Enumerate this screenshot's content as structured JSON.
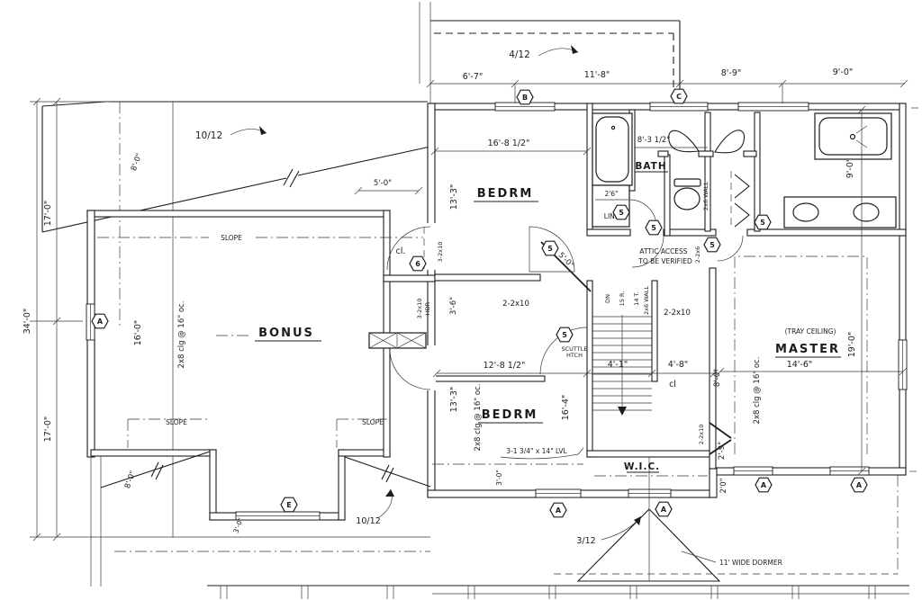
{
  "colors": {
    "ink": "#1c1c1c",
    "paper": "#ffffff"
  },
  "rooms": {
    "bonus": "BONUS",
    "bedroom": "BEDRM",
    "master": "MASTER",
    "bath": "BATH",
    "wic": "W.I.C.",
    "linen": "LIN.",
    "closet": "cl.",
    "stair_closet": "cl"
  },
  "notes": {
    "attic1": "ATTIC ACCESS",
    "attic2": "TO BE VERIFIED",
    "scuttle1": "SCUTTLE",
    "scuttle2": "HTCH",
    "tray": "(TRAY CEILING)",
    "dormer": "11' WIDE DORMER",
    "slope": "SLOPE",
    "s4": "4/12",
    "s10": "10/12",
    "s3": "3/12",
    "clg": "2x8 clg @ 16\" oc.",
    "hdr3": "3-2x10",
    "hdr": "HDR",
    "hdr2": "2-2x10",
    "w26": "2x6 WALL",
    "h26": "2-2x6",
    "lvl": "3-1 3/4\" x 14\" LVL"
  },
  "stairs": {
    "dn": "DN",
    "r": "15 R.",
    "t": "14 T."
  },
  "dims": {
    "d6_7": "6'-7\"",
    "d11_8": "11'-8\"",
    "d8_9": "8'-9\"",
    "d9_0": "9'-0\"",
    "d16_8h": "16'-8 1/2\"",
    "d12_8h": "12'-8 1/2\"",
    "d8_3h": "8'-3 1/2\"",
    "d13_3": "13'-3\"",
    "d16_4": "16'-4\"",
    "d16_0": "16'-0\"",
    "d17_0": "17'-0\"",
    "d34_0": "34'-0\"",
    "d14_6": "14'-6\"",
    "d19_0": "19'-0\"",
    "d8_0": "8'-0\"",
    "d5_0": "5'-0\"",
    "d4_1": "4'-1\"",
    "d4_8": "4'-8\"",
    "d3_6": "3'-6\"",
    "d3_0": "3'-0\"",
    "d2_9": "2'-9\"",
    "d2_6": "2'6\"",
    "d2_0": "2'0\""
  },
  "markers": {
    "a": "A",
    "b": "B",
    "c": "C",
    "e": "E",
    "n5": "5",
    "n6": "6"
  }
}
